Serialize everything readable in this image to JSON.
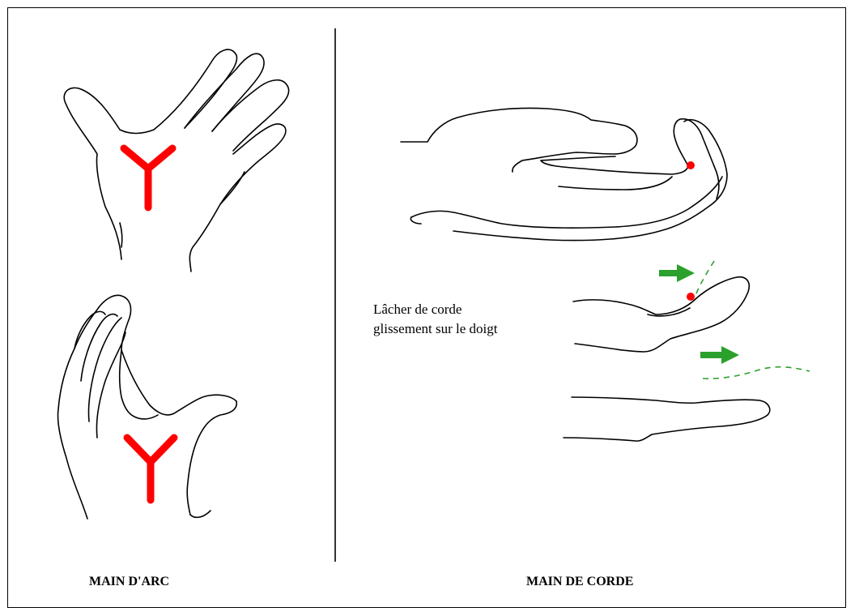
{
  "labels": {
    "bow_hand": "MAIN D'ARC",
    "string_hand": "MAIN DE CORDE",
    "release_line1": "Lâcher de corde",
    "release_line2": "glissement sur le doigt"
  },
  "colors": {
    "border": "#000000",
    "y_marker": "#ff0000",
    "contact_point": "#ff0000",
    "arrow": "#2ca02c",
    "string_path": "#2ca02c"
  },
  "icons": [
    "y-marker",
    "contact-point-dot",
    "right-arrow-icon",
    "string-trajectory"
  ]
}
